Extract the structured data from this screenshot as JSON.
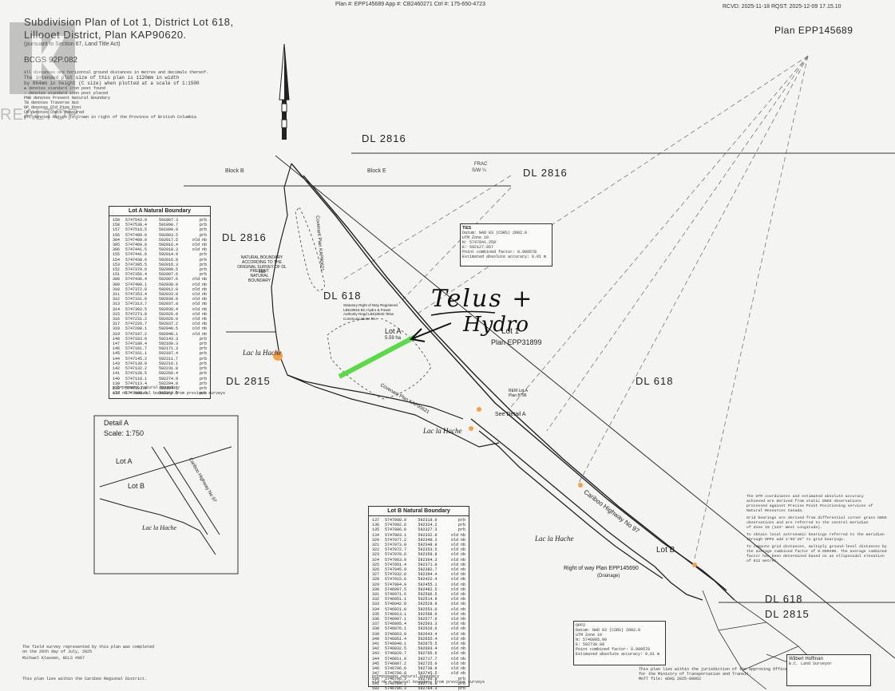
{
  "header": {
    "plan_ref_line": "Plan #: EPP145689 App #: CB2460271 Ctrl #: 175-650-4723",
    "rcvd_line": "RCVD: 2025-11-18 RQST: 2025-12-09 17.15.10",
    "plan_number": "Plan EPP145689"
  },
  "title_block": {
    "line1": "Subdivision Plan of Lot 1, District Lot 618,",
    "line2": "Lillooet District, Plan KAP90620.",
    "line3": "(pursuant to Section 67, Land Title Act)",
    "bcgs": "BCGS 92P.082",
    "notes": [
      "All distances are horizontal ground distances in metres and decimals thereof.",
      "The intended plot size of this plan is 1120mm in width",
      "by 864mm in height (C size) when plotted at a scale of 1:1500",
      "● denotes standard iron post found",
      "○ denotes standard iron post placed",
      "PNB denotes Present Natural Boundary",
      "TB denotes Traverse Nut",
      "OP denotes Old Pipe Post",
      "CM denotes Check Measured",
      "RTC denotes Return To Crown in right of the Province of British Columbia"
    ]
  },
  "watermark": {
    "text": "REALTOR"
  },
  "map_labels": {
    "dl2816_top": "DL 2816",
    "dl2816_right": "DL 2816",
    "dl2816_left": "DL 2816",
    "dl618_center": "DL 618",
    "dl618_right": "DL 618",
    "dl618_bottom": "DL 618",
    "dl2815_left": "DL 2815",
    "dl2815_bottom": "DL 2815",
    "block_b": "Block B",
    "block_e": "Block E",
    "frac": "FRAC",
    "frac_sub": "S/W ¼",
    "lot1": "Lot 1",
    "lot1_plan": "Plan EPP31899",
    "lot_a": "Lot A",
    "lot_a_area": "5.59 ha",
    "lot_b": "Lot B",
    "lac1": "Lac la Hache",
    "lac2": "Lac la Hache",
    "lac3": "Lac la Hache",
    "cariboo_hwy": "Cariboo Highway No 97",
    "covenant1": "Covenant Plan KAP90621",
    "covenant2": "Covenant Plan KAP90621",
    "right_of_way": "Right of way Plan EPP145690",
    "drainage": "(Drainage)",
    "see_detail": "See Detail A",
    "rem_lot": "REM Lot A Plan 8796",
    "natural_boundary_note": "NATURAL BOUNDARY ACCORDING TO THE ORIGINAL SURVEY OF DL 618",
    "present_natural": "PRESENT NATURAL BOUNDARY",
    "sro_note": "Statutory Right of Way Registered LB518916 BC Hydro & Power Authority Regd LB518940 Telus Communications Inc."
  },
  "handwriting": {
    "line1": "Telus +",
    "line2": "Hydro"
  },
  "lot_a_table": {
    "title": "Lot A Natural Boundary",
    "rows": [
      [
        "150",
        "5747543.9",
        "591887.3",
        "prb"
      ],
      [
        "158",
        "5747538.4",
        "591890.7",
        "prb"
      ],
      [
        "157",
        "5747516.5",
        "591899.0",
        "prb"
      ],
      [
        "156",
        "5747489.6",
        "592003.5",
        "prb"
      ],
      [
        "304",
        "5747489.9",
        "592017.5",
        "old nb"
      ],
      [
        "305",
        "5747469.8",
        "592016.4",
        "old nb"
      ],
      [
        "306",
        "5747441.5",
        "592018.3",
        "old nb"
      ],
      [
        "155",
        "5747441.6",
        "592014.9",
        "prb"
      ],
      [
        "154",
        "5747438.6",
        "592016.8",
        "prb"
      ],
      [
        "153",
        "5747395.5",
        "592016.3",
        "prb"
      ],
      [
        "152",
        "5747370.6",
        "592009.5",
        "prb"
      ],
      [
        "151",
        "5747356.4",
        "592007.6",
        "prb"
      ],
      [
        "308",
        "5747436.4",
        "592007.6",
        "old nb"
      ],
      [
        "309",
        "5747400.1",
        "592030.0",
        "old nb"
      ],
      [
        "310",
        "5747372.8",
        "592012.0",
        "old nb"
      ],
      [
        "311",
        "5747353.4",
        "592033.0",
        "old nb"
      ],
      [
        "312",
        "5747331.0",
        "592030.0",
        "old nb"
      ],
      [
        "313",
        "5747313.7",
        "592037.0",
        "old nb"
      ],
      [
        "314",
        "5747302.5",
        "592036.4",
        "old nb"
      ],
      [
        "315",
        "5747273.8",
        "592026.0",
        "old nb"
      ],
      [
        "316",
        "5747231.2",
        "592028.0",
        "old nb"
      ],
      [
        "317",
        "5747226.7",
        "592037.2",
        "old nb"
      ],
      [
        "318",
        "5747208.1",
        "592040.5",
        "old nb"
      ],
      [
        "319",
        "5747197.2",
        "592048.1",
        "old nb"
      ],
      [
        "148",
        "5747183.0",
        "592143.3",
        "prb"
      ],
      [
        "147",
        "5747180.4",
        "592160.3",
        "prb"
      ],
      [
        "146",
        "5747181.7",
        "592171.3",
        "prb"
      ],
      [
        "145",
        "5747161.1",
        "592187.4",
        "prb"
      ],
      [
        "144",
        "5747145.2",
        "592211.7",
        "prb"
      ],
      [
        "143",
        "5747139.0",
        "592216.1",
        "prb"
      ],
      [
        "142",
        "5747132.2",
        "592231.8",
        "prb"
      ],
      [
        "141",
        "5747128.5",
        "592266.4",
        "prb"
      ],
      [
        "140",
        "5747118.1",
        "592274.9",
        "prb"
      ],
      [
        "139",
        "5747113.4",
        "592294.8",
        "prb"
      ],
      [
        "138",
        "5747103.0",
        "592304.1",
        "prb"
      ],
      [
        "137",
        "5747098.0",
        "592319.0",
        "prb"
      ]
    ],
    "legend1": "prb=present natural boundary",
    "legend2": "old nb = natural boundary from previous surveys"
  },
  "lot_b_table": {
    "title": "Lot B Natural Boundary",
    "rows": [
      [
        "137",
        "5747098.0",
        "592319.0",
        "prb"
      ],
      [
        "136",
        "5747092.6",
        "592324.2",
        "prb"
      ],
      [
        "135",
        "5747086.0",
        "592327.3",
        "prb"
      ],
      [
        "134",
        "5747083.1",
        "592332.0",
        "old nb"
      ],
      [
        "320",
        "5747077.2",
        "592340.3",
        "old nb"
      ],
      [
        "321",
        "5747073.0",
        "592348.9",
        "old nb"
      ],
      [
        "322",
        "5747072.7",
        "592353.5",
        "old nb"
      ],
      [
        "323",
        "5747070.6",
        "592359.8",
        "old nb"
      ],
      [
        "324",
        "5747063.0",
        "592364.3",
        "old nb"
      ],
      [
        "325",
        "5747051.4",
        "592371.0",
        "old nb"
      ],
      [
        "326",
        "5747045.9",
        "592382.7",
        "old nb"
      ],
      [
        "327",
        "5747032.8",
        "592394.4",
        "old nb"
      ],
      [
        "328",
        "5747015.6",
        "592422.4",
        "old nb"
      ],
      [
        "329",
        "5747004.9",
        "592455.1",
        "old nb"
      ],
      [
        "330",
        "5746997.5",
        "592482.5",
        "old nb"
      ],
      [
        "331",
        "5746971.6",
        "592506.5",
        "old nb"
      ],
      [
        "332",
        "5746951.1",
        "592514.9",
        "old nb"
      ],
      [
        "333",
        "5746942.8",
        "592529.9",
        "old nb"
      ],
      [
        "334",
        "5746921.0",
        "592553.0",
        "old nb"
      ],
      [
        "335",
        "5746913.1",
        "592568.0",
        "old nb"
      ],
      [
        "336",
        "5746907.1",
        "592577.0",
        "old nb"
      ],
      [
        "337",
        "5746895.4",
        "592593.3",
        "old nb"
      ],
      [
        "338",
        "5746876.1",
        "592620.6",
        "old nb"
      ],
      [
        "339",
        "5746863.9",
        "592643.4",
        "old nb"
      ],
      [
        "340",
        "5746851.4",
        "592655.4",
        "old nb"
      ],
      [
        "341",
        "5746840.1",
        "592675.5",
        "old nb"
      ],
      [
        "342",
        "5746832.5",
        "592693.4",
        "old nb"
      ],
      [
        "343",
        "5746820.7",
        "592705.6",
        "old nb"
      ],
      [
        "344",
        "5746811.9",
        "592717.7",
        "old nb"
      ],
      [
        "345",
        "5746807.2",
        "592725.0",
        "old nb"
      ],
      [
        "346",
        "5746796.6",
        "592738.9",
        "old nb"
      ],
      [
        "347",
        "5746790.8",
        "592745.5",
        "old nb"
      ],
      [
        "100",
        "5746786.3",
        "592760.8",
        "prb"
      ],
      [
        "101",
        "5746784.1",
        "592776.9",
        "prb"
      ],
      [
        "102",
        "5746786.3",
        "592784.3",
        "prb"
      ]
    ],
    "legend1": "prb=present natural boundary",
    "legend2": "old nb = natural boundary from previous surveys"
  },
  "tie_box": {
    "title": "TIES",
    "lines": [
      "Datum: NAD 83 (CSRS) 2002.0",
      "UTM Zone 10",
      "N: 5747841.258",
      "E: 592127.857",
      "Point combined factor: 0.999578",
      "Estimated absolute accuracy: 0.01 m"
    ]
  },
  "gps_box": {
    "lines": [
      "OPP2",
      "Datum: NAD 83 (CSRS) 2002.0",
      "UTM Zone 10",
      "N: 5746895.99",
      "E: 592730.08",
      "Point combined factor: 0.999578",
      "Estimated absolute accuracy: 0.01 m"
    ]
  },
  "detail": {
    "title": "Detail A",
    "scale": "Scale: 1:750",
    "lot_a": "Lot A",
    "lot_b": "Lot B",
    "lac": "Lac la Hache",
    "hwy": "Cariboo Highway No 97"
  },
  "right_notes": [
    "The UTM coordinates and estimated absolute accuracy",
    "achieved are derived from static GNSS observations",
    "processed against Precise Point Positioning services of",
    "Natural Resources Canada.",
    "Grid bearings are derived from differential corner grass GNSS",
    "observations and are referred to the central meridian",
    "of Zone 10 (123° West Longitude).",
    "To obtain local astronomic bearings referred to the meridian",
    "through OPP2 add 1°03'25\" to grid bearings.",
    "To compute grid distances, multiply ground-level distances by",
    "the average combined factor of 0.999290. The average combined",
    "factor has been determined based on an ellipsoidal elevation",
    "of 812 metres."
  ],
  "footer": {
    "survey_line1": "The field survey represented by this plan was completed",
    "survey_line2": "on the 29th day of July, 2025",
    "surveyor": "Michael Klassen, BCLS #867",
    "regional": "This plan lies within the Cariboo Regional District.",
    "approving1": "This plan lies within the jurisdiction of the Approving Officer",
    "approving2": "for the Ministry of Transportation and Transit.",
    "moti": "MoTT file: eDAS 2025-00062",
    "company": "Wilbert Hoffman",
    "company2": "B.C. Land Surveyor"
  },
  "colors": {
    "paper": "#f4f4f2",
    "ink": "#222222",
    "highlight_green": "#41d62a",
    "marker_orange": "#f5a14a"
  }
}
